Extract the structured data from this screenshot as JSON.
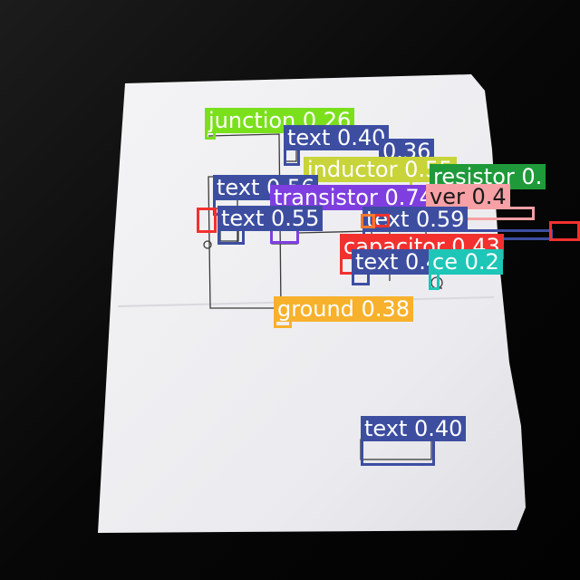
{
  "image": {
    "description_free": true,
    "colors": {
      "background": "#050505",
      "paper": "#f1f1f3",
      "ink": "#2b2b2b"
    }
  },
  "detections": [
    {
      "label": "junction 0.26",
      "color": "#7be01c",
      "dark_text": false
    },
    {
      "label": "text 0.40",
      "color": "#3d4ea1",
      "dark_text": false
    },
    {
      "label": "0.36",
      "color": "#3d4ea1",
      "dark_text": false
    },
    {
      "label": "inductor 0.55",
      "color": "#c8d43a",
      "dark_text": false
    },
    {
      "label": "resistor 0.",
      "color": "#1f9a3a",
      "dark_text": false
    },
    {
      "label": "text 0.56",
      "color": "#3d4ea1",
      "dark_text": false
    },
    {
      "label": "transistor 0.74",
      "color": "#7f3fe0",
      "dark_text": false
    },
    {
      "label": "ver 0.4",
      "color": "#f7a0a5",
      "dark_text": true
    },
    {
      "label": "text 0.55",
      "color": "#3d4ea1",
      "dark_text": false
    },
    {
      "label": "text 0.59",
      "color": "#3d4ea1",
      "dark_text": false
    },
    {
      "label": "capacitor 0.43",
      "color": "#f2312f",
      "dark_text": false
    },
    {
      "label": "text 0.40",
      "color": "#3d4ea1",
      "dark_text": false
    },
    {
      "label": "ce 0.2",
      "color": "#1dc6b6",
      "dark_text": false
    },
    {
      "label": "ground 0.38",
      "color": "#f7b12c",
      "dark_text": false
    },
    {
      "label": "text 0.40",
      "color": "#3d4ea1",
      "dark_text": false
    },
    {
      "label": "",
      "color": "#f2312f",
      "dark_text": false
    },
    {
      "label": "",
      "color": "#f2312f",
      "dark_text": false
    },
    {
      "label": "",
      "color": "#f47a2e",
      "dark_text": false
    },
    {
      "label": "",
      "color": "#f2312f",
      "dark_text": false
    }
  ]
}
